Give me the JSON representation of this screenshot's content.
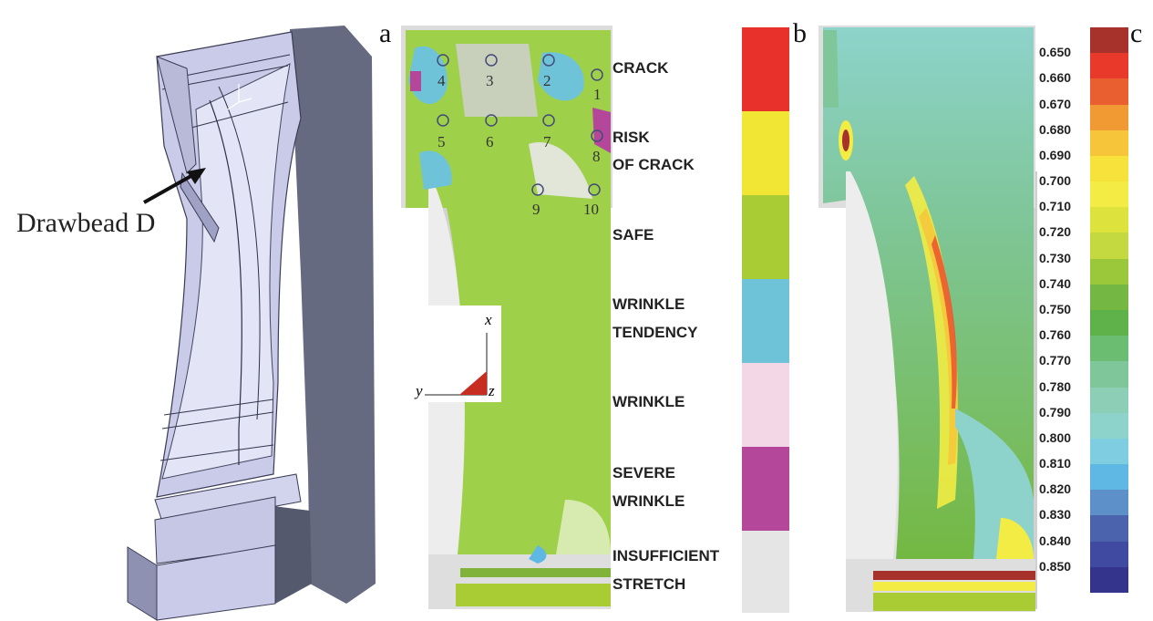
{
  "figure": {
    "callout_label": "Drawbead D",
    "panel_letters": {
      "a": "a",
      "b": "b",
      "c": "c"
    }
  },
  "axes_triad": {
    "x": "x",
    "y": "y",
    "z": "z"
  },
  "points": [
    {
      "id": "1",
      "label": "1"
    },
    {
      "id": "2",
      "label": "2"
    },
    {
      "id": "3",
      "label": "3"
    },
    {
      "id": "4",
      "label": "4"
    },
    {
      "id": "5",
      "label": "5"
    },
    {
      "id": "6",
      "label": "6"
    },
    {
      "id": "7",
      "label": "7"
    },
    {
      "id": "8",
      "label": "8"
    },
    {
      "id": "9",
      "label": "9"
    },
    {
      "id": "10",
      "label": "10"
    }
  ],
  "fld_legend": {
    "crack": {
      "line1": "CRACK",
      "line2": "",
      "color": "#e8312b"
    },
    "risk_of_crack": {
      "line1": "RISK",
      "line2": "OF CRACK",
      "color": "#f2e634"
    },
    "safe": {
      "line1": "SAFE",
      "line2": "",
      "color": "#a9cc35"
    },
    "wrinkle_tendency": {
      "line1": "WRINKLE",
      "line2": "TENDENCY",
      "color": "#6fc3d8"
    },
    "wrinkle": {
      "line1": "WRINKLE",
      "line2": "",
      "color": "#f4d7e7"
    },
    "severe_wrinkle": {
      "line1": "SEVERE",
      "line2": "WRINKLE",
      "color": "#b4479a"
    },
    "insufficient_stretch": {
      "line1": "INSUFFICIENT",
      "line2": "STRETCH",
      "color": "#e5e5e5"
    }
  },
  "thickness_scale": {
    "ticks": [
      "0.650",
      "0.660",
      "0.670",
      "0.680",
      "0.690",
      "0.700",
      "0.710",
      "0.720",
      "0.730",
      "0.740",
      "0.750",
      "0.760",
      "0.770",
      "0.780",
      "0.790",
      "0.800",
      "0.810",
      "0.820",
      "0.830",
      "0.840",
      "0.850"
    ],
    "colors": [
      "#a7322c",
      "#e8392b",
      "#ea5f2f",
      "#f19a33",
      "#f6c53a",
      "#f7e23c",
      "#f2ec44",
      "#dde33c",
      "#c4d840",
      "#9bc73b",
      "#74b843",
      "#5fb14a",
      "#6bbd72",
      "#7fc69a",
      "#8ccfb6",
      "#8dd3cb",
      "#7fcde0",
      "#5fb7e3",
      "#5d8fc9",
      "#4b63ad",
      "#3f4aa0",
      "#35348c"
    ]
  }
}
